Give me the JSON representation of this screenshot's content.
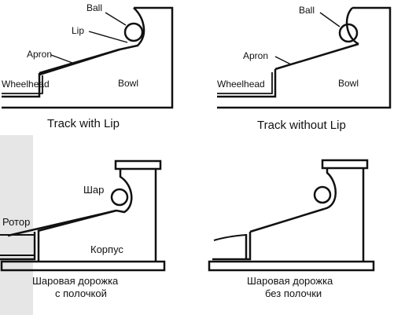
{
  "top_panels": [
    {
      "labels": {
        "ball": "Ball",
        "lip": "Lip",
        "apron": "Apron",
        "wheelhead": "Wheelhead",
        "bowl": "Bowl"
      },
      "caption": "Track with Lip"
    },
    {
      "labels": {
        "ball": "Ball",
        "apron": "Apron",
        "wheelhead": "Wheelhead",
        "bowl": "Bowl"
      },
      "caption": "Track without Lip"
    }
  ],
  "bottom_panels": [
    {
      "labels": {
        "ball": "Шар",
        "rotor": "Ротор",
        "body": "Корпус"
      },
      "caption_line1": "Шаровая дорожка",
      "caption_line2": "с полочкой"
    },
    {
      "caption_line1": "Шаровая дорожка",
      "caption_line2": "без полочки"
    }
  ]
}
